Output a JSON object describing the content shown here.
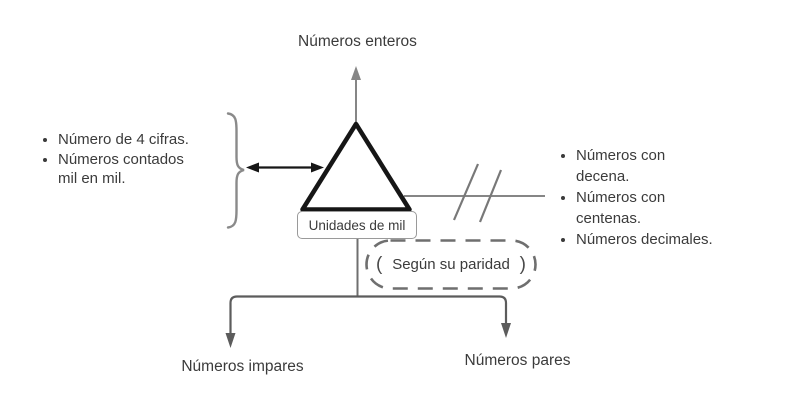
{
  "diagram": {
    "top_label": "Números enteros",
    "left_notes": [
      "Número de 4 cifras.",
      "Números contados\nmil en mil."
    ],
    "right_notes": [
      "Números con\ndecena.",
      "Números con\ncentenas.",
      "Números decimales."
    ],
    "center_box_label": "Unidades de mil",
    "parity_open_paren": "(",
    "parity_label": "Según su paridad",
    "parity_close_paren": ")",
    "bottom_left_label": "Números impares",
    "bottom_right_label": "Números pares",
    "colors": {
      "background": "#ffffff",
      "text": "#3b3b3b",
      "shape_black": "#161616",
      "line_gray": "#868686",
      "slash_gray": "#787878",
      "dashed_gray": "#6f6f6f",
      "connector_gray": "#5c5c5c",
      "box_border": "#9a9a9a",
      "brace_gray": "#8a8a8a"
    }
  }
}
